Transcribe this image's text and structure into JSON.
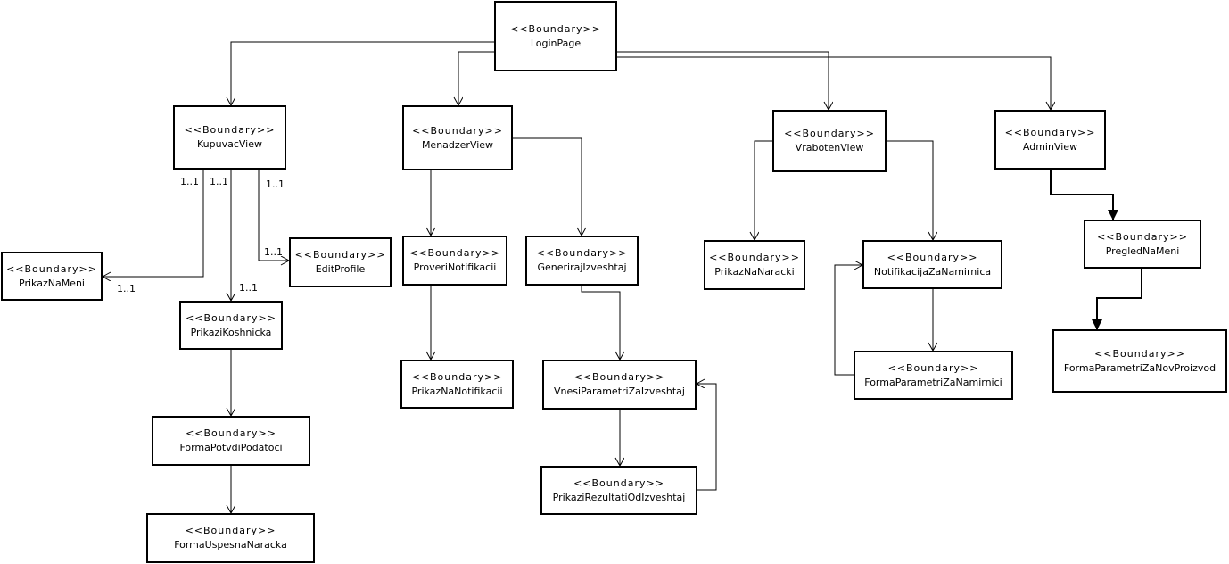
{
  "stereotype": "<<Boundary>>",
  "nodes": {
    "login": "LoginPage",
    "kupuvac": "KupuvacView",
    "menadzer": "MenadzerView",
    "vraboten": "VrabotenView",
    "admin": "AdminView",
    "prikazNaMeni": "PrikazNaMeni",
    "editProfile": "EditProfile",
    "prikaziKoshnicka": "PrikaziKoshnicka",
    "formaPotvdi": "FormaPotvdiPodatoci",
    "formaUspesna": "FormaUspesnaNaracka",
    "proveriNotif": "ProveriNotifikacii",
    "prikazNaNotif": "PrikazNaNotifikacii",
    "generiraj": "GenerirajIzveshtaj",
    "vnesi": "VnesiParametriZaIzveshtaj",
    "prikaziRezultati": "PrikaziRezultatiOdIzveshtaj",
    "prikazNaNaracki": "PrikazNaNaracki",
    "notifNamirnica": "NotifikacijaZaNamirnica",
    "formaNamirnici": "FormaParametriZaNamirnici",
    "pregledNaMeni": "PregledNaMeni",
    "formaNovProizvod": "FormaParametriZaNovProizvod"
  },
  "multiplicities": {
    "m1": "1..1",
    "m2": "1..1",
    "m3": "1..1",
    "m4": "1..1",
    "m5": "1..1",
    "m6": "1..1"
  }
}
